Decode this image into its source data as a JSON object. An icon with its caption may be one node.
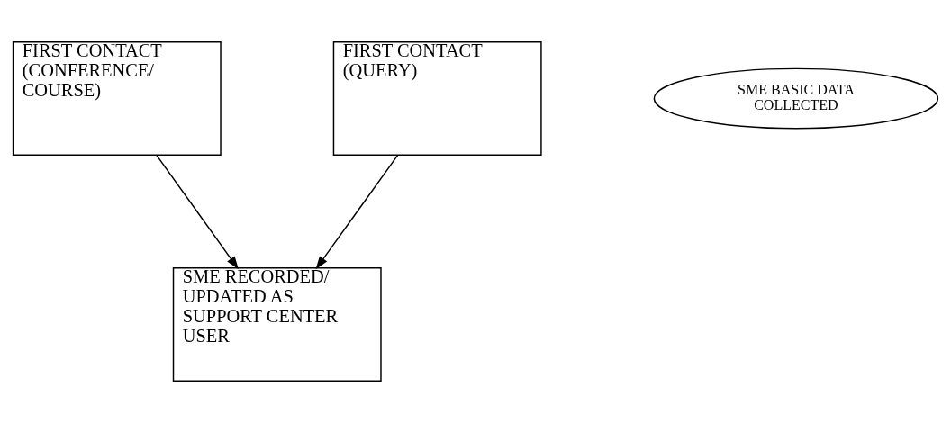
{
  "diagram": {
    "nodes": [
      {
        "text": [
          "FIRST CONTACT (CONFERENCE/ COURSE)"
        ]
      },
      {
        "text": [
          "FIRST CONTACT (QUERY)"
        ]
      },
      {
        "text": [
          "SME BASIC DATA COLLECTED"
        ]
      },
      {
        "text": [
          "SME RECORDED/ UPDATED AS SUPPORT CENTER USER"
        ]
      }
    ],
    "edges": [
      {
        "from": 0,
        "to": 3,
        "arrow": "to"
      },
      {
        "from": 1,
        "to": 3,
        "arrow": "to"
      }
    ]
  }
}
